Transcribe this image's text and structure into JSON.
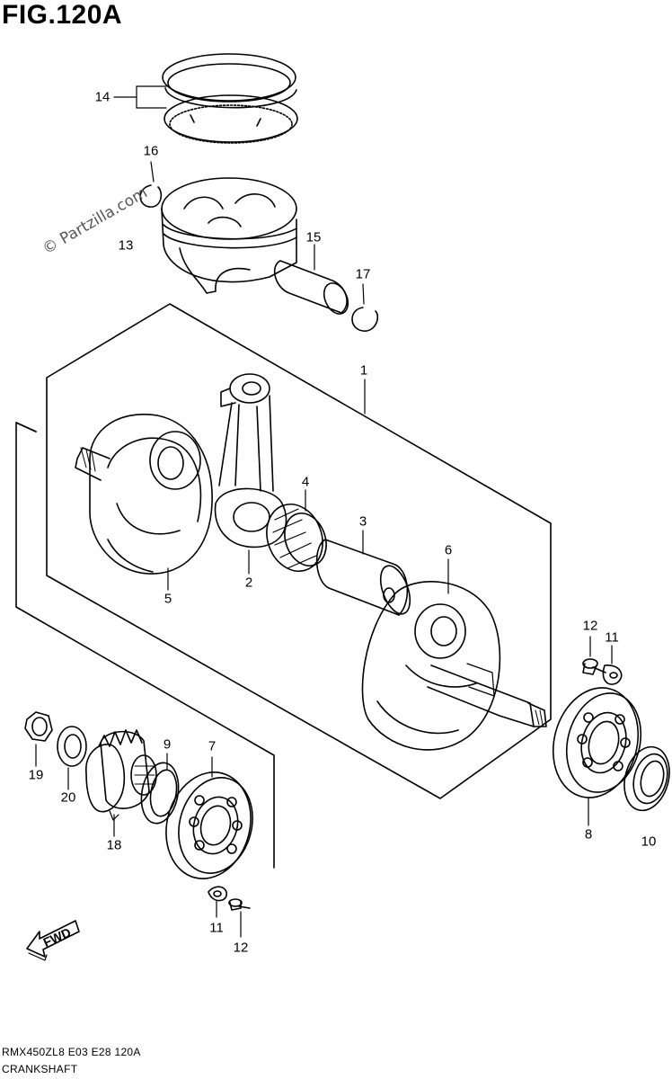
{
  "figure": {
    "title": "FIG.120A",
    "watermark": "© Partzilla.com",
    "direction_arrow": "FWD",
    "footer_code": "RMX450ZL8  E03  E28  120A",
    "footer_caption": "CRANKSHAFT"
  },
  "callouts": {
    "c1": "1",
    "c2": "2",
    "c3": "3",
    "c4": "4",
    "c5": "5",
    "c6": "6",
    "c7": "7",
    "c8": "8",
    "c9": "9",
    "c10": "10",
    "c11a": "11",
    "c11b": "11",
    "c12a": "12",
    "c12b": "12",
    "c13": "13",
    "c14": "14",
    "c15": "15",
    "c16": "16",
    "c17": "17",
    "c18": "18",
    "c19": "19",
    "c20": "20"
  },
  "icons": {
    "piston": "piston-icon",
    "piston_rings": "piston-ring-icon",
    "piston_pin": "piston-pin-icon",
    "circlip": "circlip-icon",
    "crank_half_left": "crank-web-icon",
    "crank_half_right": "crank-web-icon",
    "connecting_rod": "connecting-rod-icon",
    "needle_bearing": "needle-bearing-icon",
    "crank_pin": "crank-pin-icon",
    "ball_bearing": "ball-bearing-icon",
    "oil_seal": "oil-seal-icon",
    "gear": "gear-icon",
    "nut": "nut-icon",
    "washer": "washer-icon",
    "screw": "screw-icon",
    "retainer": "retainer-icon"
  }
}
